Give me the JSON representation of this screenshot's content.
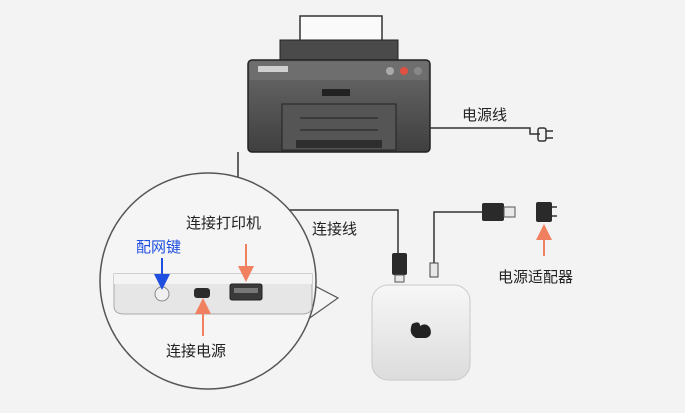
{
  "labels": {
    "power_cord": "电源线",
    "connect_cable": "连接线",
    "power_adapter": "电源适配器",
    "pairing_key": "配网键",
    "connect_printer": "连接打印机",
    "connect_power": "连接电源"
  },
  "colors": {
    "background": "#f3f3f3",
    "cable": "#333333",
    "arrow_red": "#f08060",
    "arrow_blue": "#1f4fe0",
    "printer_body": "#5c5c5c",
    "device_body": "#ececec"
  },
  "icons": {
    "printer": "printer-icon",
    "hub": "squirrel-hub-icon",
    "plug": "power-plug-icon",
    "adapter": "power-adapter-icon",
    "usb": "usb-connector-icon"
  }
}
